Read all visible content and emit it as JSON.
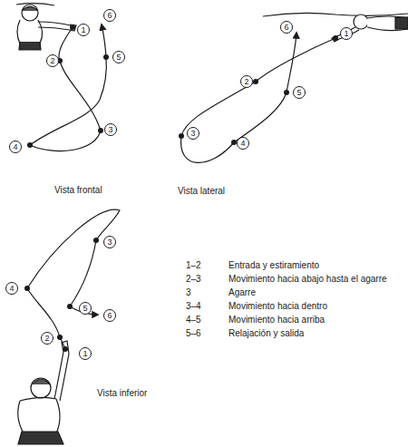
{
  "diagram": {
    "nodes": [
      {
        "text": [
          "1"
        ]
      },
      {
        "text": [
          "2"
        ]
      },
      {
        "text": [
          "3"
        ]
      },
      {
        "text": [
          "4"
        ]
      },
      {
        "text": [
          "5"
        ]
      },
      {
        "text": [
          "6"
        ]
      },
      {
        "text": [
          "1"
        ]
      },
      {
        "text": [
          "2"
        ]
      },
      {
        "text": [
          "3"
        ]
      },
      {
        "text": [
          "4"
        ]
      },
      {
        "text": [
          "5"
        ]
      },
      {
        "text": [
          "6"
        ]
      },
      {
        "text": [
          "1"
        ]
      },
      {
        "text": [
          "2"
        ]
      },
      {
        "text": [
          "3"
        ]
      },
      {
        "text": [
          "4"
        ]
      },
      {
        "text": [
          "5"
        ]
      },
      {
        "text": [
          "6"
        ]
      }
    ],
    "labels": [
      "Vista frontal",
      "Vista lateral",
      "Vista inferior",
      "1–2",
      "Entrada y estiramiento",
      "2–3",
      "Movimiento hacia abajo hasta el agarre",
      "3",
      "Agarre",
      "3–4",
      "Movimiento hacia dentro",
      "4–5",
      "Movimiento hacia arriba",
      "5–6",
      "Relajación y salida"
    ]
  }
}
